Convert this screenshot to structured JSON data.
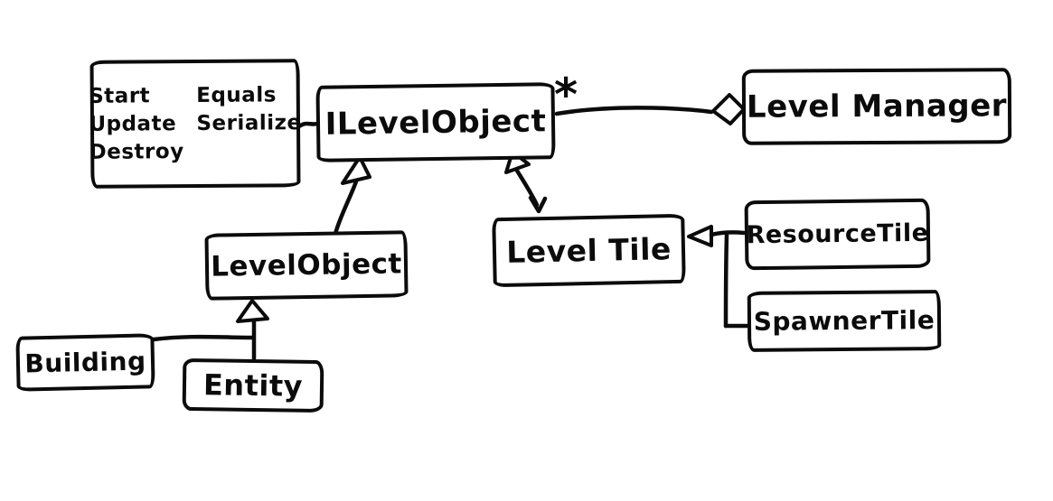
{
  "canvas": {
    "background": "#ffffff",
    "ink": "#0b0b0b"
  },
  "interface_methods": {
    "items": [
      "Start",
      "Equals",
      "Update",
      "Serialize",
      "Destroy"
    ]
  },
  "classes": {
    "ilevelobject": "ILevelObject",
    "levelmanager": "Level Manager",
    "levelobject": "LevelObject",
    "leveltile": "Level Tile",
    "resourcetile": "ResourceTile",
    "spawnertile": "SpawnerTile",
    "building": "Building",
    "entity": "Entity"
  },
  "relations": {
    "aggregation_multiplicity": "*",
    "edges": [
      {
        "from": "ILevelObject",
        "to": "Level Manager",
        "type": "aggregation",
        "multiplicity": "*"
      },
      {
        "from": "methods-note",
        "to": "ILevelObject",
        "type": "attachment"
      },
      {
        "from": "LevelObject",
        "to": "ILevelObject",
        "type": "inheritance"
      },
      {
        "from": "Level Tile",
        "to": "ILevelObject",
        "type": "inheritance"
      },
      {
        "from": "ResourceTile",
        "to": "Level Tile",
        "type": "inheritance"
      },
      {
        "from": "SpawnerTile",
        "to": "Level Tile",
        "type": "inheritance"
      },
      {
        "from": "Building",
        "to": "LevelObject",
        "type": "inheritance"
      },
      {
        "from": "Entity",
        "to": "LevelObject",
        "type": "inheritance"
      }
    ]
  }
}
